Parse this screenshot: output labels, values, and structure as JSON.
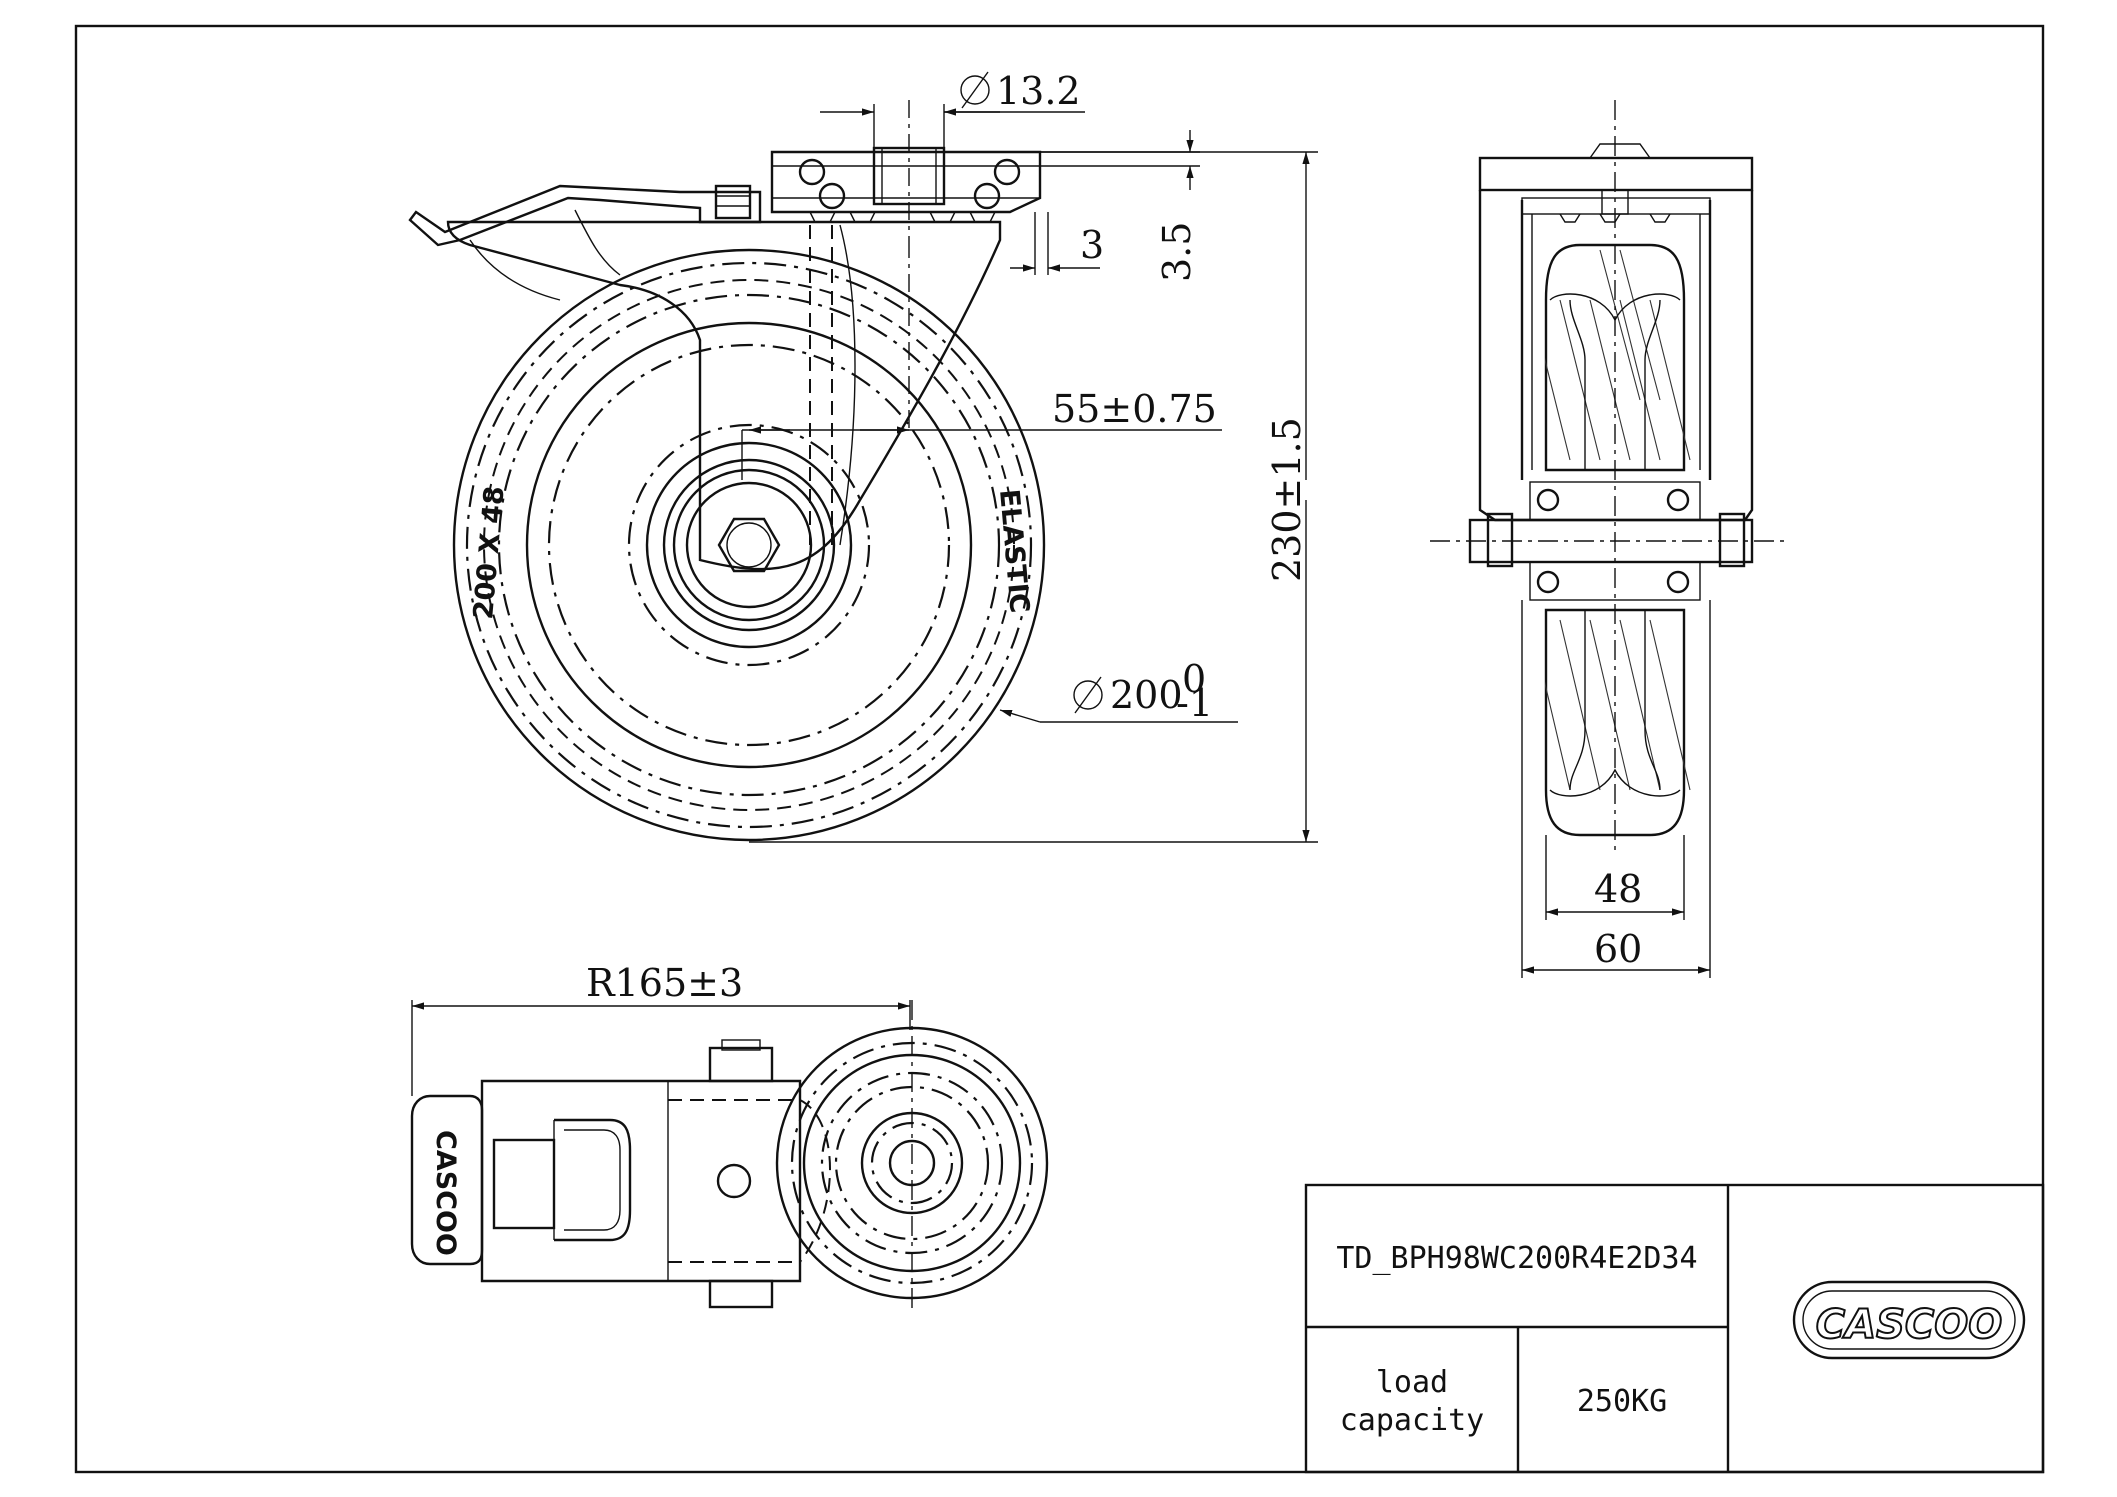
{
  "drawing": {
    "dimensions": {
      "bolt_hole_dia": "13.2",
      "plate_thickness": "3",
      "plate_height": "3.5",
      "offset": "55±0.75",
      "total_height": "230±1.5",
      "wheel_dia": "200",
      "wheel_dia_tol_upper": "0",
      "wheel_dia_tol_lower": "-1",
      "tread_width": "48",
      "wheel_width": "60",
      "swivel_radius": "R165±3"
    },
    "tire_markings": {
      "size": "200 X 48",
      "type": "ELASTIC"
    },
    "brake_logo_text": "CASCOO"
  },
  "title_block": {
    "part_number": "TD_BPH98WC200R4E2D34",
    "load_label_line1": "load",
    "load_label_line2": "capacity",
    "load_value": "250KG",
    "logo_text": "CASCOO"
  },
  "colors": {
    "line": "#111111",
    "background": "#ffffff"
  }
}
